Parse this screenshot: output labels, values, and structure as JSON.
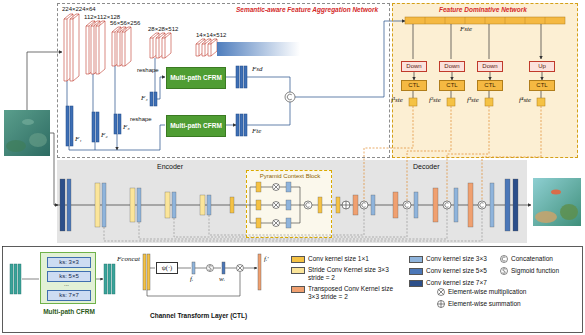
{
  "diagram": {
    "nodes": [
      {
        "text": [
          "Semantic-aware Feature Aggregation Network"
        ]
      },
      {
        "text": [
          "Multi-path CFRM"
        ],
        "in": 0
      },
      {
        "text": [
          "Multi-path CFRM"
        ],
        "in": 0
      },
      {
        "text": [
          "Feature Dominative Network"
        ]
      },
      {
        "text": [
          "Down"
        ],
        "in": 3
      },
      {
        "text": [
          "Down"
        ],
        "in": 3
      },
      {
        "text": [
          "Down"
        ],
        "in": 3
      },
      {
        "text": [
          "Up"
        ],
        "in": 3
      },
      {
        "text": [
          "CTL"
        ],
        "in": 3
      },
      {
        "text": [
          "CTL"
        ],
        "in": 3
      },
      {
        "text": [
          "CTL"
        ],
        "in": 3
      },
      {
        "text": [
          "CTL"
        ],
        "in": 3
      },
      {
        "text": [
          "Encoder",
          "Decoder"
        ]
      },
      {
        "text": [
          "Pyramid Context Block"
        ],
        "in": 12
      },
      {
        "text": [
          "Multi-path CFRM"
        ]
      },
      {
        "text": [
          "ks: 3×3"
        ],
        "in": 14
      },
      {
        "text": [
          "ks: 5×5"
        ],
        "in": 14
      },
      {
        "text": [
          "ks: 7×7"
        ],
        "in": 14
      },
      {
        "text": [
          "ψ(·)"
        ]
      }
    ],
    "edges": [
      {
        "from": 4,
        "to": 8,
        "arrow": "to"
      },
      {
        "from": 5,
        "to": 9,
        "arrow": "to"
      },
      {
        "from": 6,
        "to": 10,
        "arrow": "to"
      },
      {
        "from": 7,
        "to": 11,
        "arrow": "to"
      }
    ],
    "labels": [
      "224×224×64",
      "112×112×128",
      "56×56×256",
      "28×28×512",
      "14×14×512",
      "F₄",
      "reshape",
      "F₁",
      "F₂",
      "F₃",
      "reshape",
      "Fsd",
      "Fte",
      "Fste",
      "f¹ste",
      "f²ste",
      "f³ste",
      "f⁴ste",
      "...",
      "Fconcat",
      "fᵢ",
      "wᵢ",
      "fᵢ'",
      "Channel Transform Layer (CTL)"
    ],
    "legend": [
      {
        "text": "Conv kernel size 1×1",
        "color": "#f5c244"
      },
      {
        "text": "Conv kernel size 3×3",
        "color": "#8fb4dc"
      },
      {
        "text": "Concatenation"
      },
      {
        "text": "Stride Conv Kernel size 3×3 stride = 2",
        "color": "#fbe59a"
      },
      {
        "text": "Conv kernel size 5×5",
        "color": "#4b77b8"
      },
      {
        "text": "Sigmoid function"
      },
      {
        "text": "Transposed Conv Kernel size 3×3 stride = 2",
        "color": "#f0a070"
      },
      {
        "text": "Conv kernel size 7×7",
        "color": "#2c4f8a"
      },
      {
        "text": "Element-wise multiplication"
      },
      {
        "text": "Element-wise summation"
      }
    ]
  }
}
